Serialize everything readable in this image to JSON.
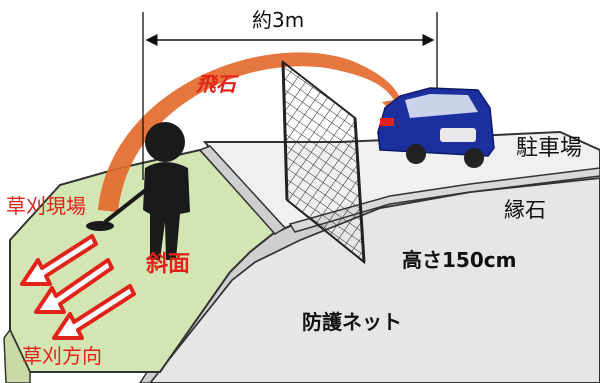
{
  "dimension": {
    "label": "約3m"
  },
  "labels": {
    "flying_stone": "飛石",
    "parking": "駐車場",
    "curb": "縁石",
    "mowing_site": "草刈現場",
    "slope": "斜面",
    "net_height": "高さ150cm",
    "mowing_direction": "草刈方向",
    "protective_net": "防護ネット"
  },
  "colors": {
    "accent_red": "#e2231a",
    "arc_orange": "#e36a2e",
    "slope_green": "#d4e5b4",
    "road_gray": "#e8e8e8",
    "car_blue": "#1c2f9e",
    "net_line": "#333333"
  },
  "icons": [
    "person-with-mower-icon",
    "car-icon",
    "protective-net-icon",
    "flying-stone-arc-icon",
    "mowing-direction-arrow-icon"
  ]
}
